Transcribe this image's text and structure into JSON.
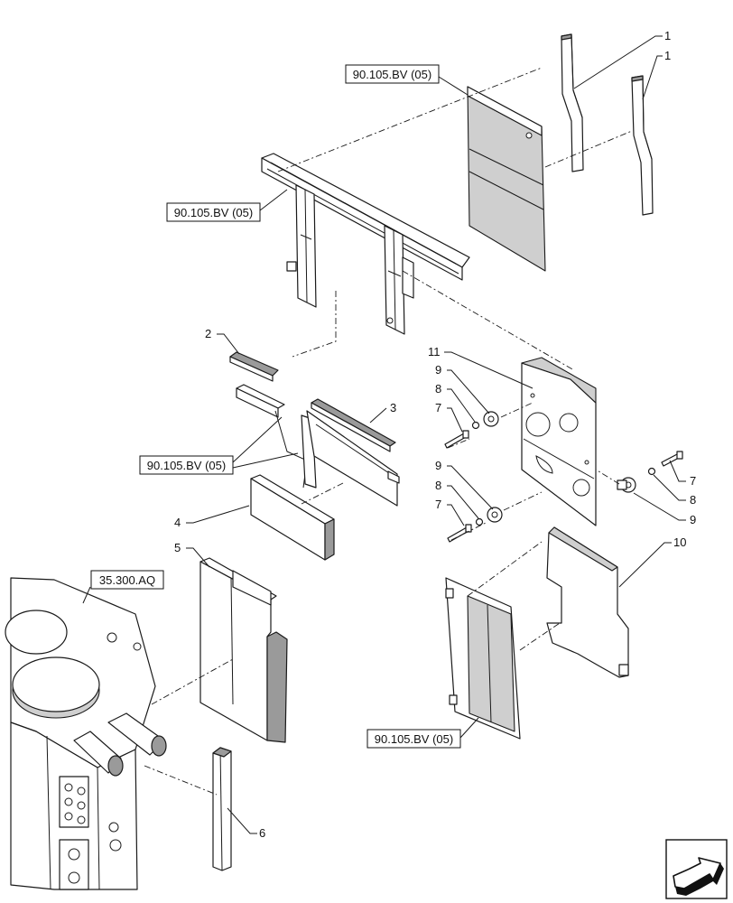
{
  "callouts": {
    "c1a": "1",
    "c1b": "1",
    "c2": "2",
    "c3": "3",
    "c4": "4",
    "c5": "5",
    "c6": "6",
    "c7a": "7",
    "c7b": "7",
    "c7c": "7",
    "c8a": "8",
    "c8b": "8",
    "c8c": "8",
    "c9a": "9",
    "c9b": "9",
    "c9c": "9",
    "c10": "10",
    "c11": "11"
  },
  "references": {
    "ref_top": "90.105.BV (05)",
    "ref_frame": "90.105.BV (05)",
    "ref_bracket": "90.105.BV (05)",
    "ref_bottom": "90.105.BV (05)",
    "ref_base": "35.300.AQ"
  },
  "icons": {
    "navigation": "arrow-icon"
  }
}
